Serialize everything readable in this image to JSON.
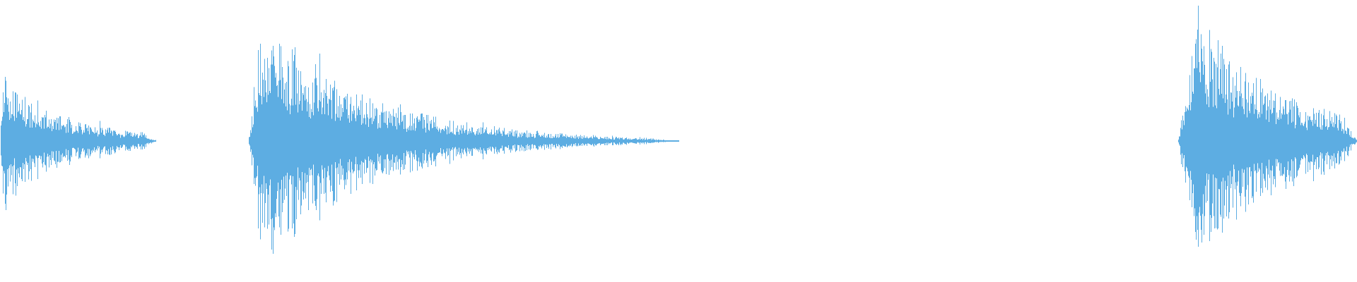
{
  "waveform": {
    "color": "#5dade2",
    "background": "#ffffff",
    "bursts": [
      {
        "start": 0.0,
        "end": 0.115,
        "peak": 0.48,
        "attack": 0.002,
        "decay": 0.05
      },
      {
        "start": 0.183,
        "end": 0.5,
        "peak": 0.9,
        "attack": 0.01,
        "decay": 0.08
      },
      {
        "start": 0.868,
        "end": 1.0,
        "peak": 0.92,
        "attack": 0.012,
        "decay": 0.07
      }
    ]
  }
}
